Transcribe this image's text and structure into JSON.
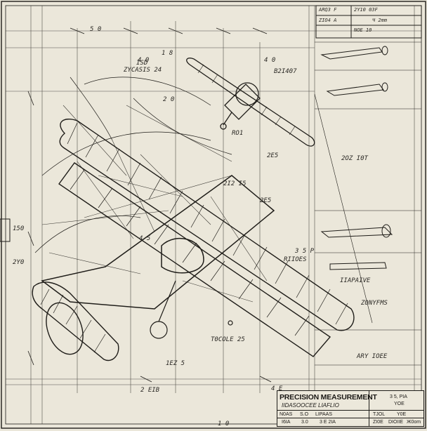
{
  "title_block": {
    "title": "PRECISION MEASUREMENT",
    "subtitle": "IIDASOOCEE LIAFLIO",
    "code": "3 5, PIA",
    "code2": "YOE",
    "row_labels": [
      "N0AS",
      "S.O",
      "LIPAAS",
      "TJOL",
      "Y0E"
    ],
    "bottom_row": [
      "I6IA",
      "3.0",
      "3 E 2IA",
      "ZI0E",
      "DIOIIE",
      "Ж0om"
    ]
  },
  "top_right_block": {
    "lines": [
      "ARQ3 F",
      "2Y10 03F",
      "ZIO4 A",
      "Ч 2mm",
      "NOE 10"
    ]
  },
  "annotations": [
    "4 0",
    "2 0",
    "B2I407",
    "2OZ I0T",
    "ZYCASIS 24",
    "3 5 P",
    "RIIOES",
    "IIAPAIVE",
    "ZONYFMS",
    "T0COLE 25",
    "ARY IOEE",
    "5 0",
    "4 0",
    "2I2 I5",
    "1EZ 5",
    "4 5",
    "RO1",
    "2E5"
  ],
  "dimension_labels": [
    "150",
    "2Y0",
    "4 E",
    "2 EIB",
    "ISD",
    "2E5",
    "1 8",
    "1 0"
  ]
}
